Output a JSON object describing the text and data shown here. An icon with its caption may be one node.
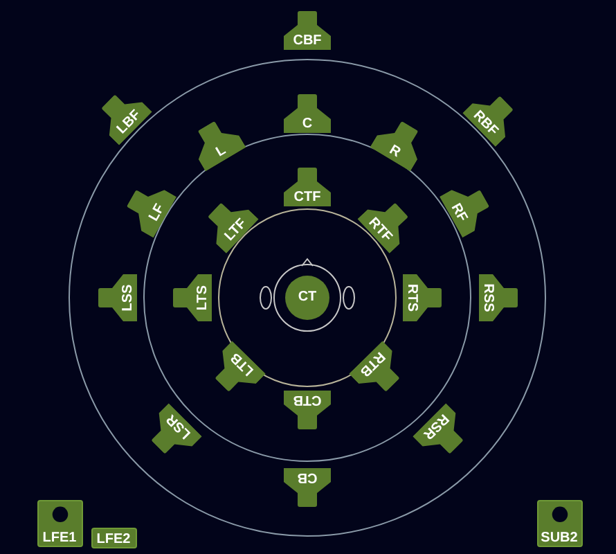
{
  "diagram": {
    "nodes": [
      {
        "text": [
          "CBF"
        ]
      },
      {
        "text": [
          "LBF"
        ]
      },
      {
        "text": [
          "C"
        ]
      },
      {
        "text": [
          "RBF"
        ]
      },
      {
        "text": [
          "L"
        ]
      },
      {
        "text": [
          "R"
        ]
      },
      {
        "text": [
          "CTF"
        ]
      },
      {
        "text": [
          "LF"
        ]
      },
      {
        "text": [
          "LTF"
        ]
      },
      {
        "text": [
          "RTF"
        ]
      },
      {
        "text": [
          "RF"
        ]
      },
      {
        "text": [
          "LSS"
        ]
      },
      {
        "text": [
          "LTS"
        ]
      },
      {
        "text": [
          "CT"
        ]
      },
      {
        "text": [
          "RTS"
        ]
      },
      {
        "text": [
          "RSS"
        ]
      },
      {
        "text": [
          "LTB"
        ]
      },
      {
        "text": [
          "CTB"
        ]
      },
      {
        "text": [
          "RTB"
        ]
      },
      {
        "text": [
          "LSR"
        ]
      },
      {
        "text": [
          "RSR"
        ]
      },
      {
        "text": [
          "CB"
        ]
      },
      {
        "text": [
          "LFE1"
        ]
      },
      {
        "text": [
          "LFE2"
        ]
      },
      {
        "text": [
          "SUB2"
        ]
      }
    ]
  }
}
